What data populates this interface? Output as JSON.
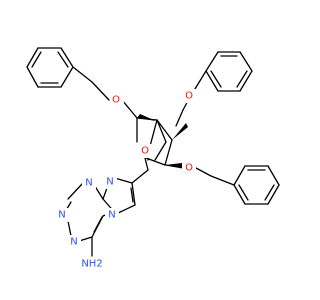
{
  "colors": {
    "oxygen": "#FF0D0D",
    "nitrogen": "#3050F8",
    "bond": "#000000",
    "background": "#FFFFFF"
  },
  "atoms": {
    "o_ch2": "O",
    "o_ring": "O",
    "o_c3": "O",
    "o_c2": "O",
    "n1": "N",
    "n2": "N",
    "n3": "N",
    "n4": "N",
    "n5": "N",
    "amine": "NH2"
  }
}
